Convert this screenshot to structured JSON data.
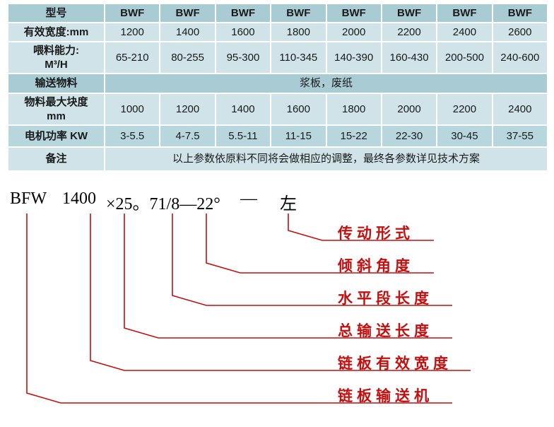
{
  "table": {
    "rows": [
      {
        "label": "型号",
        "cells": [
          "BWF",
          "BWF",
          "BWF",
          "BWF",
          "BWF",
          "BWF",
          "BWF",
          "BWF"
        ]
      },
      {
        "label": "有效宽度:mm",
        "cells": [
          "1200",
          "1400",
          "1600",
          "1800",
          "2000",
          "2200",
          "2400",
          "2600"
        ]
      },
      {
        "label": "喂料能力:",
        "label2": "M³/H",
        "cells": [
          "65-210",
          "80-255",
          "95-300",
          "110-345",
          "140-390",
          "160-430",
          "200-500",
          "240-600"
        ]
      },
      {
        "label": "输送物料",
        "merged": "浆板，废纸"
      },
      {
        "label": "物料最大块度",
        "label2": "mm",
        "cells": [
          "1000",
          "1200",
          "1400",
          "1600",
          "1800",
          "2000",
          "2200",
          "2400"
        ]
      },
      {
        "label": "电机功率 KW",
        "cells": [
          "3-5.5",
          "4-7.5",
          "5.5-11",
          "11-15",
          "15-22",
          "22-30",
          "30-45",
          "37-55"
        ]
      },
      {
        "label": "备注",
        "merged": "以上参数依原料不同将会做相应的调整，最终各参数详见技术方案"
      }
    ]
  },
  "diagram": {
    "model_code_full": "BFW 1400×25。71/8—22° — 左",
    "model_parts": {
      "p1": "BFW",
      "p2": "1400",
      "p3": "×25。71/8—22°",
      "p4": "—",
      "p5": "左"
    },
    "callouts": [
      "传动形式",
      "倾斜角度",
      "水平段长度",
      "总输送长度",
      "链板有效宽度",
      "链板输送机"
    ]
  },
  "colors": {
    "table_row_dark": "#a9cbd4",
    "table_row_light": "#cfe3e8",
    "table_row_mid": "#b7d6de",
    "leader_red": "#c40f0f"
  }
}
